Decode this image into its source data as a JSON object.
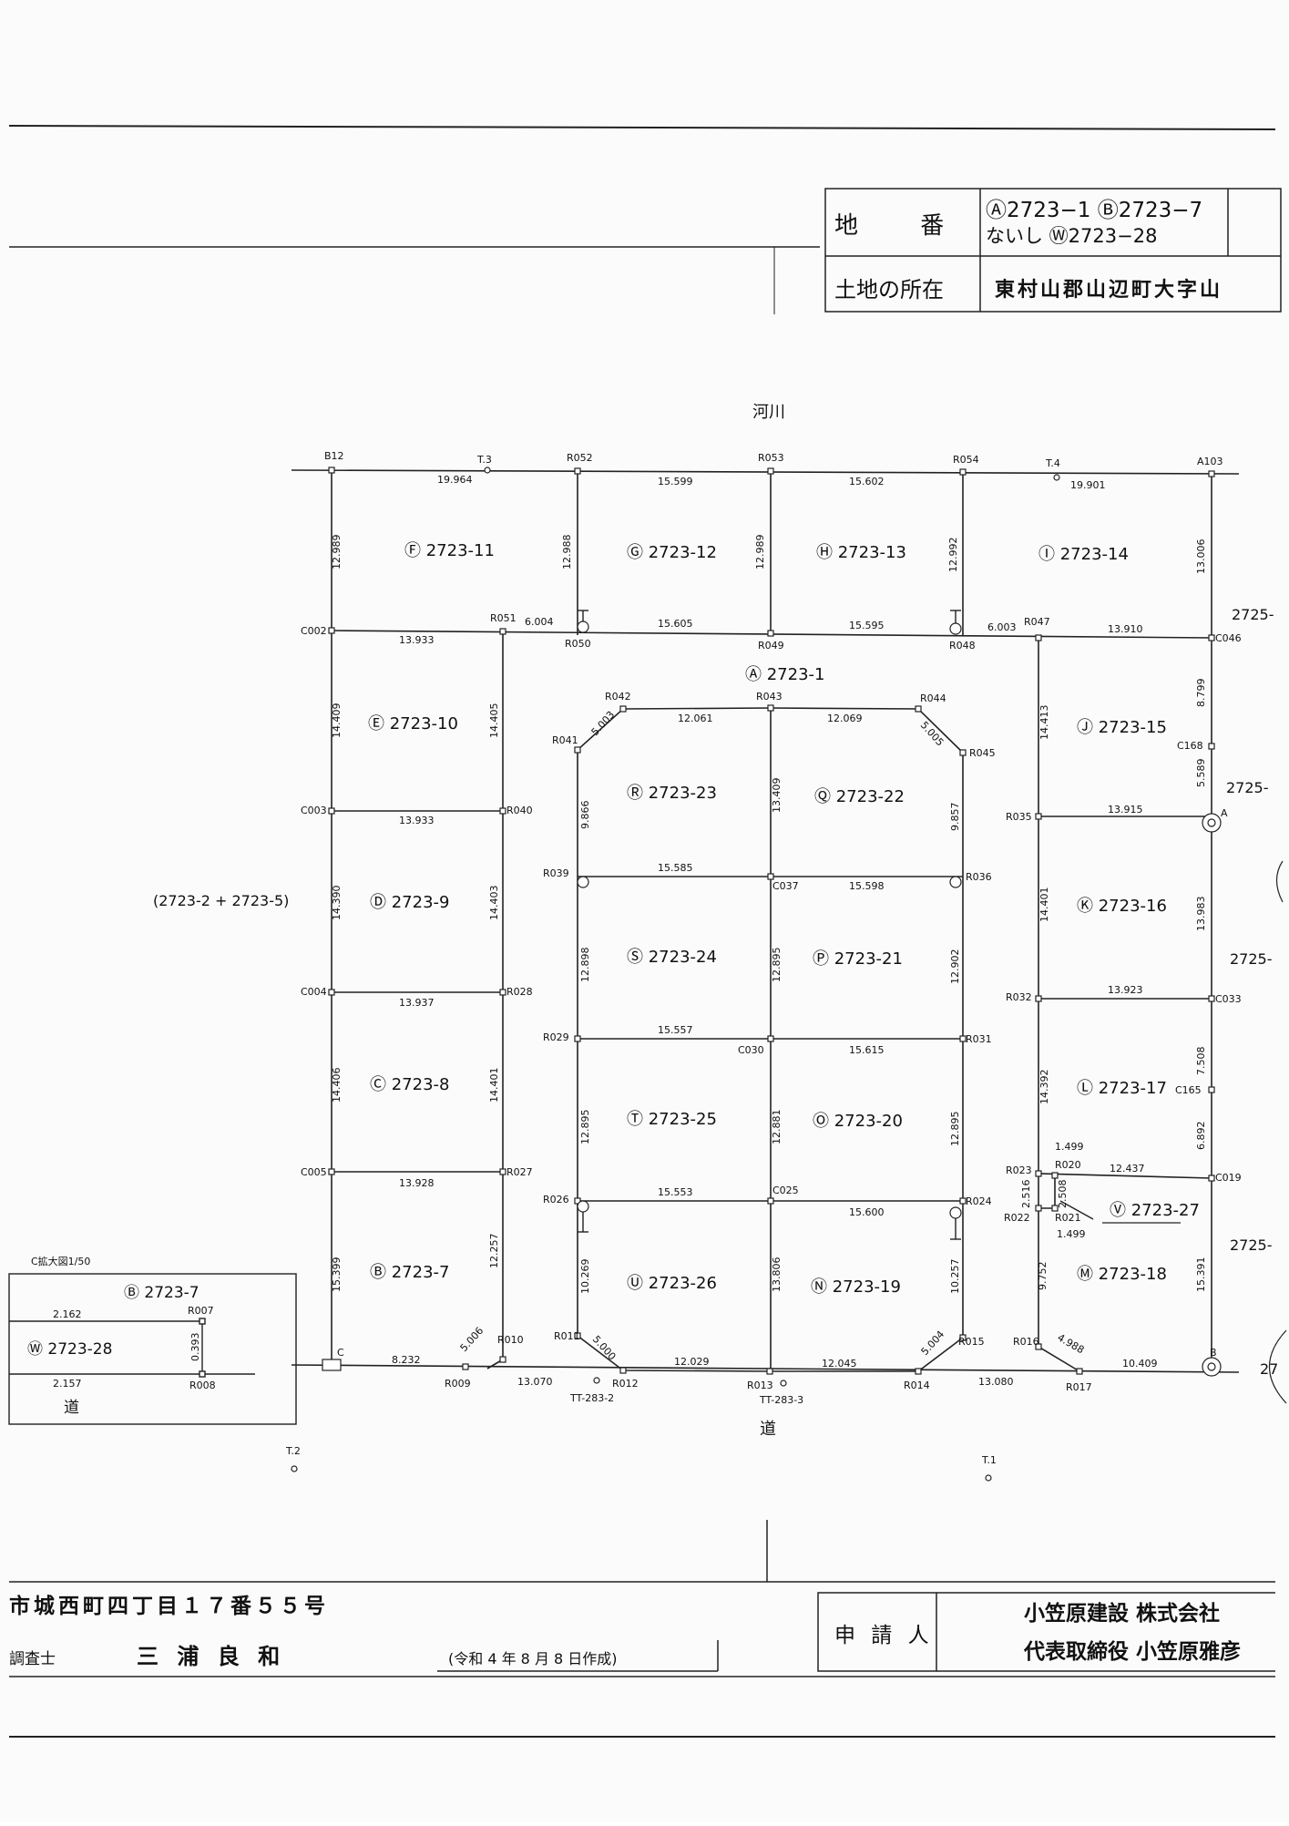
{
  "header": {
    "chiban_label": "地 番",
    "chiban_value_line1": "Ⓐ2723−1 Ⓑ2723−7",
    "chiban_value_line2": "ないし Ⓦ2723−28",
    "shozai_label": "土地の所在",
    "shozai_value": "東村山郡山辺町大字山"
  },
  "map": {
    "river": "河川",
    "road_bottom": "道",
    "left_parcel": "(2723-2 + 2723-5)",
    "right_parcels": [
      "2725-",
      "2725-",
      "2725-",
      "2725-"
    ],
    "right_edge_fragment": "27",
    "main_parcel": "Ⓐ 2723-1",
    "lots": [
      {
        "code": "Ⓕ 2723-11"
      },
      {
        "code": "Ⓖ 2723-12"
      },
      {
        "code": "Ⓗ 2723-13"
      },
      {
        "code": "Ⓘ 2723-14"
      },
      {
        "code": "Ⓔ 2723-10"
      },
      {
        "code": "Ⓡ 2723-23"
      },
      {
        "code": "Ⓠ 2723-22"
      },
      {
        "code": "Ⓙ 2723-15"
      },
      {
        "code": "Ⓓ 2723-9"
      },
      {
        "code": "Ⓢ 2723-24"
      },
      {
        "code": "Ⓟ 2723-21"
      },
      {
        "code": "Ⓚ 2723-16"
      },
      {
        "code": "Ⓒ 2723-8"
      },
      {
        "code": "Ⓣ 2723-25"
      },
      {
        "code": "Ⓞ 2723-20"
      },
      {
        "code": "Ⓛ 2723-17"
      },
      {
        "code": "Ⓑ 2723-7"
      },
      {
        "code": "Ⓤ 2723-26"
      },
      {
        "code": "Ⓝ 2723-19"
      },
      {
        "code": "Ⓜ 2723-18"
      },
      {
        "code": "Ⓥ 2723-27"
      }
    ],
    "points": [
      "B12",
      "T.3",
      "R052",
      "R053",
      "R054",
      "T.4",
      "A103",
      "C002",
      "R051",
      "R050",
      "R049",
      "R048",
      "R047",
      "C046",
      "R042",
      "R043",
      "R044",
      "R041",
      "R045",
      "C168",
      "C003",
      "R040",
      "R035",
      "A",
      "R039",
      "C037",
      "R036",
      "C004",
      "R028",
      "R032",
      "C033",
      "R029",
      "C030",
      "R031",
      "C165",
      "C005",
      "R027",
      "R023",
      "R020",
      "C019",
      "R026",
      "C025",
      "R024",
      "R022",
      "R021",
      "R011",
      "R010",
      "R015",
      "R016",
      "C",
      "R009",
      "R012",
      "R013",
      "R014",
      "R017",
      "B",
      "TT-283-2",
      "TT-283-3",
      "T.2",
      "T.1"
    ],
    "dims": [
      "19.964",
      "15.599",
      "15.602",
      "19.901",
      "12.989",
      "12.988",
      "12.989",
      "12.992",
      "13.006",
      "6.004",
      "15.605",
      "15.595",
      "6.003",
      "13.933",
      "13.910",
      "12.061",
      "12.069",
      "5.003",
      "5.005",
      "8.799",
      "14.409",
      "14.405",
      "14.413",
      "5.589",
      "13.933",
      "13.915",
      "9.866",
      "13.409",
      "9.857",
      "14.390",
      "14.403",
      "14.401",
      "13.983",
      "15.585",
      "15.598",
      "13.937",
      "13.923",
      "12.898",
      "12.895",
      "12.902",
      "15.557",
      "15.615",
      "14.406",
      "14.401",
      "14.392",
      "7.508",
      "12.895",
      "12.881",
      "12.895",
      "13.928",
      "1.499",
      "12.437",
      "15.553",
      "15.600",
      "6.892",
      "2.516",
      "2.508",
      "1.499",
      "15.399",
      "12.257",
      "10.269",
      "13.806",
      "10.257",
      "9.752",
      "15.391",
      "5.006",
      "5.000",
      "5.004",
      "4.988",
      "8.232",
      "13.070",
      "12.029",
      "12.045",
      "13.080",
      "10.409"
    ]
  },
  "inset": {
    "title": "C拡大図1/50",
    "lot_b": "Ⓑ 2723-7",
    "lot_w": "Ⓦ 2723-28",
    "r007": "R007",
    "r008": "R008",
    "dim_top": "2.162",
    "dim_bottom": "2.157",
    "dim_v": "0.393",
    "road": "道"
  },
  "footer": {
    "address": "市城西町四丁目１７番５５号",
    "surveyor_label": "調査士",
    "surveyor_name": "三 浦 良 和",
    "date": "(令和 4 年 8 月 8 日作成)",
    "applicant_label": "申 請 人",
    "applicant_line1": "小笠原建設 株式会社",
    "applicant_line2": "代表取締役 小笠原雅彦"
  }
}
